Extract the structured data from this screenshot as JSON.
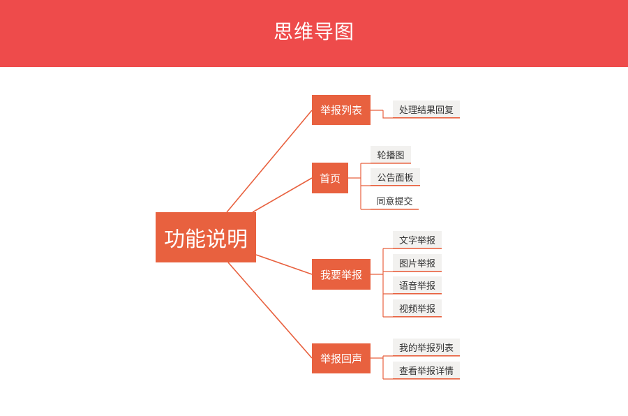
{
  "header": {
    "title": "思维导图"
  },
  "mindmap": {
    "root": "功能说明",
    "branches": [
      {
        "label": "举报列表",
        "children": [
          "处理结果回复"
        ]
      },
      {
        "label": "首页",
        "children": [
          "轮播图",
          "公告面板",
          "同意提交"
        ]
      },
      {
        "label": "我要举报",
        "children": [
          "文字举报",
          "图片举报",
          "语音举报",
          "视频举报"
        ]
      },
      {
        "label": "举报回声",
        "children": [
          "我的举报列表",
          "查看举报详情"
        ]
      }
    ]
  },
  "colors": {
    "header": "#ee4b4b",
    "node": "#e8613f",
    "leaf_bg": "#f2f1ef"
  }
}
